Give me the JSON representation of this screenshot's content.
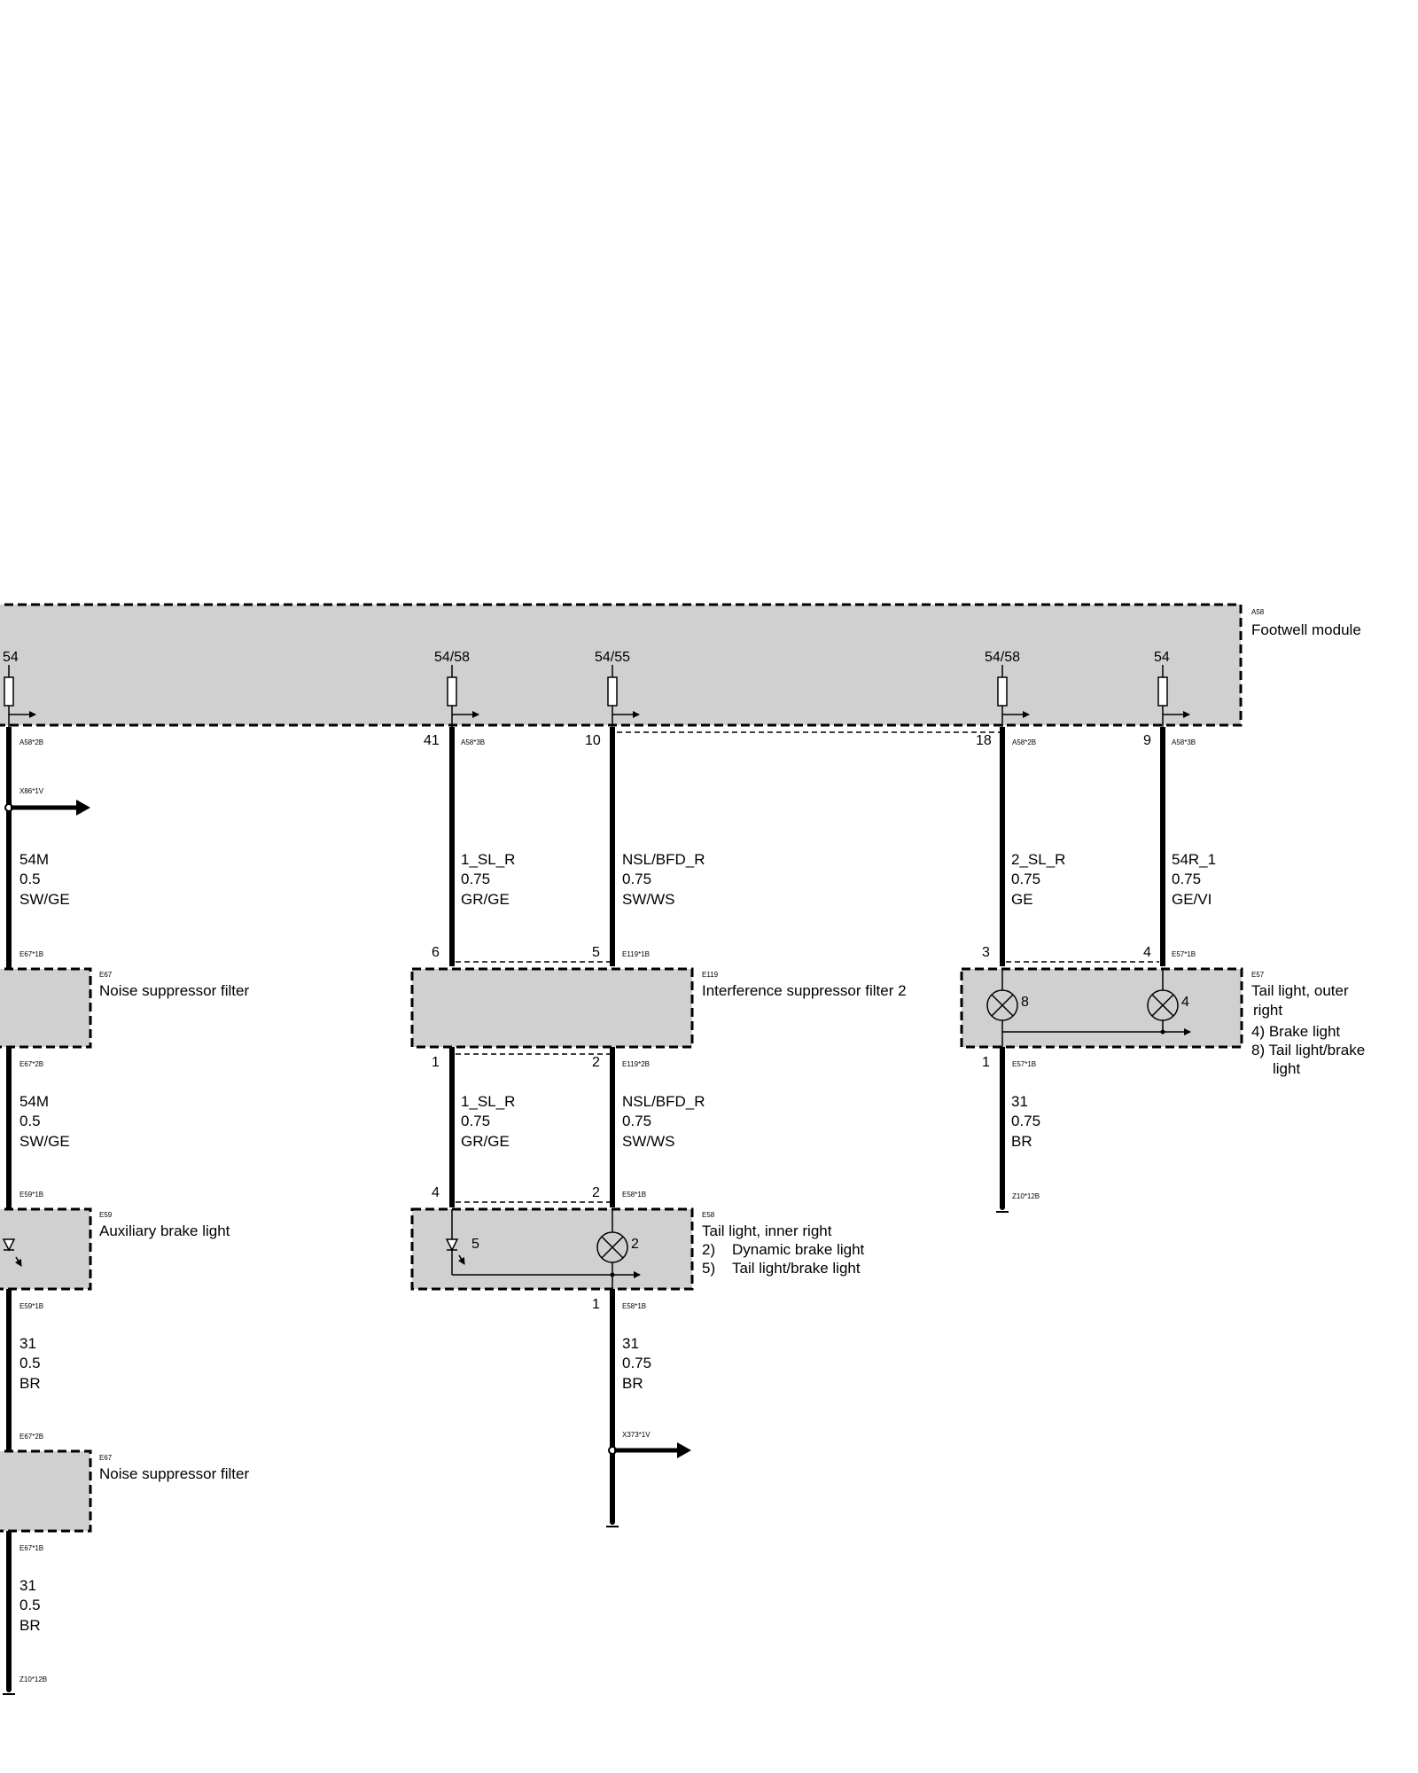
{
  "footwell": {
    "code": "A58",
    "title": "Footwell module",
    "fuses": [
      "54",
      "54/58",
      "54/55",
      "54/58",
      "54"
    ],
    "pins": [
      "41",
      "10",
      "18",
      "9"
    ],
    "conn": [
      "A58*2B",
      "A58*3B",
      "A58*2B",
      "A58*3B"
    ]
  },
  "splice_top": "X86*1V",
  "wires": [
    {
      "name": "54M",
      "size": "0.5",
      "color": "SW/GE"
    },
    {
      "name": "1_SL_R",
      "size": "0.75",
      "color": "GR/GE"
    },
    {
      "name": "NSL/BFD_R",
      "size": "0.75",
      "color": "SW/WS"
    },
    {
      "name": "2_SL_R",
      "size": "0.75",
      "color": "GE"
    },
    {
      "name": "54R_1",
      "size": "0.75",
      "color": "GE/VI"
    },
    {
      "name": "54M",
      "size": "0.5",
      "color": "SW/GE"
    },
    {
      "name": "1_SL_R",
      "size": "0.75",
      "color": "GR/GE"
    },
    {
      "name": "NSL/BFD_R",
      "size": "0.75",
      "color": "SW/WS"
    },
    {
      "name": "31",
      "size": "0.75",
      "color": "BR"
    },
    {
      "name": "31",
      "size": "0.5",
      "color": "BR"
    },
    {
      "name": "31",
      "size": "0.75",
      "color": "BR"
    },
    {
      "name": "31",
      "size": "0.5",
      "color": "BR"
    }
  ],
  "e67a": {
    "code": "E67",
    "title": "Noise suppressor filter",
    "conn_top": "E67*1B",
    "conn_bot": "E67*2B"
  },
  "e119": {
    "code": "E119",
    "title": "Interference suppressor filter 2",
    "pin_top_l": "6",
    "pin_top_r": "5",
    "conn_top": "E119*1B",
    "pin_bot_l": "1",
    "pin_bot_r": "2",
    "conn_bot": "E119*2B"
  },
  "e57": {
    "code": "E57",
    "title1": "Tail light, outer",
    "title2": "right",
    "item4": "4) Brake light",
    "item8": "8) Tail light/brake",
    "item8b": "light",
    "pin_l": "3",
    "pin_r": "4",
    "conn_top": "E57*1B",
    "pin_bot": "1",
    "conn_bot": "E57*1B",
    "lamp_l": "8",
    "lamp_r": "4",
    "ground": "Z10*12B"
  },
  "e59": {
    "code": "E59",
    "title": "Auxiliary brake light",
    "conn_top": "E59*1B",
    "conn_bot": "E59*1B"
  },
  "e58": {
    "code": "E58",
    "title": "Tail light, inner right",
    "item2n": "2)",
    "item2": "Dynamic brake light",
    "item5n": "5)",
    "item5": "Tail light/brake light",
    "pin_top_l": "4",
    "pin_top_r": "2",
    "conn_top": "E58*1B",
    "pin_bot": "1",
    "conn_bot": "E58*1B",
    "led": "5",
    "lamp": "2"
  },
  "splice_e58": "X373*1V",
  "e67b": {
    "code": "E67",
    "title": "Noise suppressor filter",
    "conn_top": "E67*2B",
    "conn_bot": "E67*1B"
  },
  "ground_left": "Z10*12B"
}
